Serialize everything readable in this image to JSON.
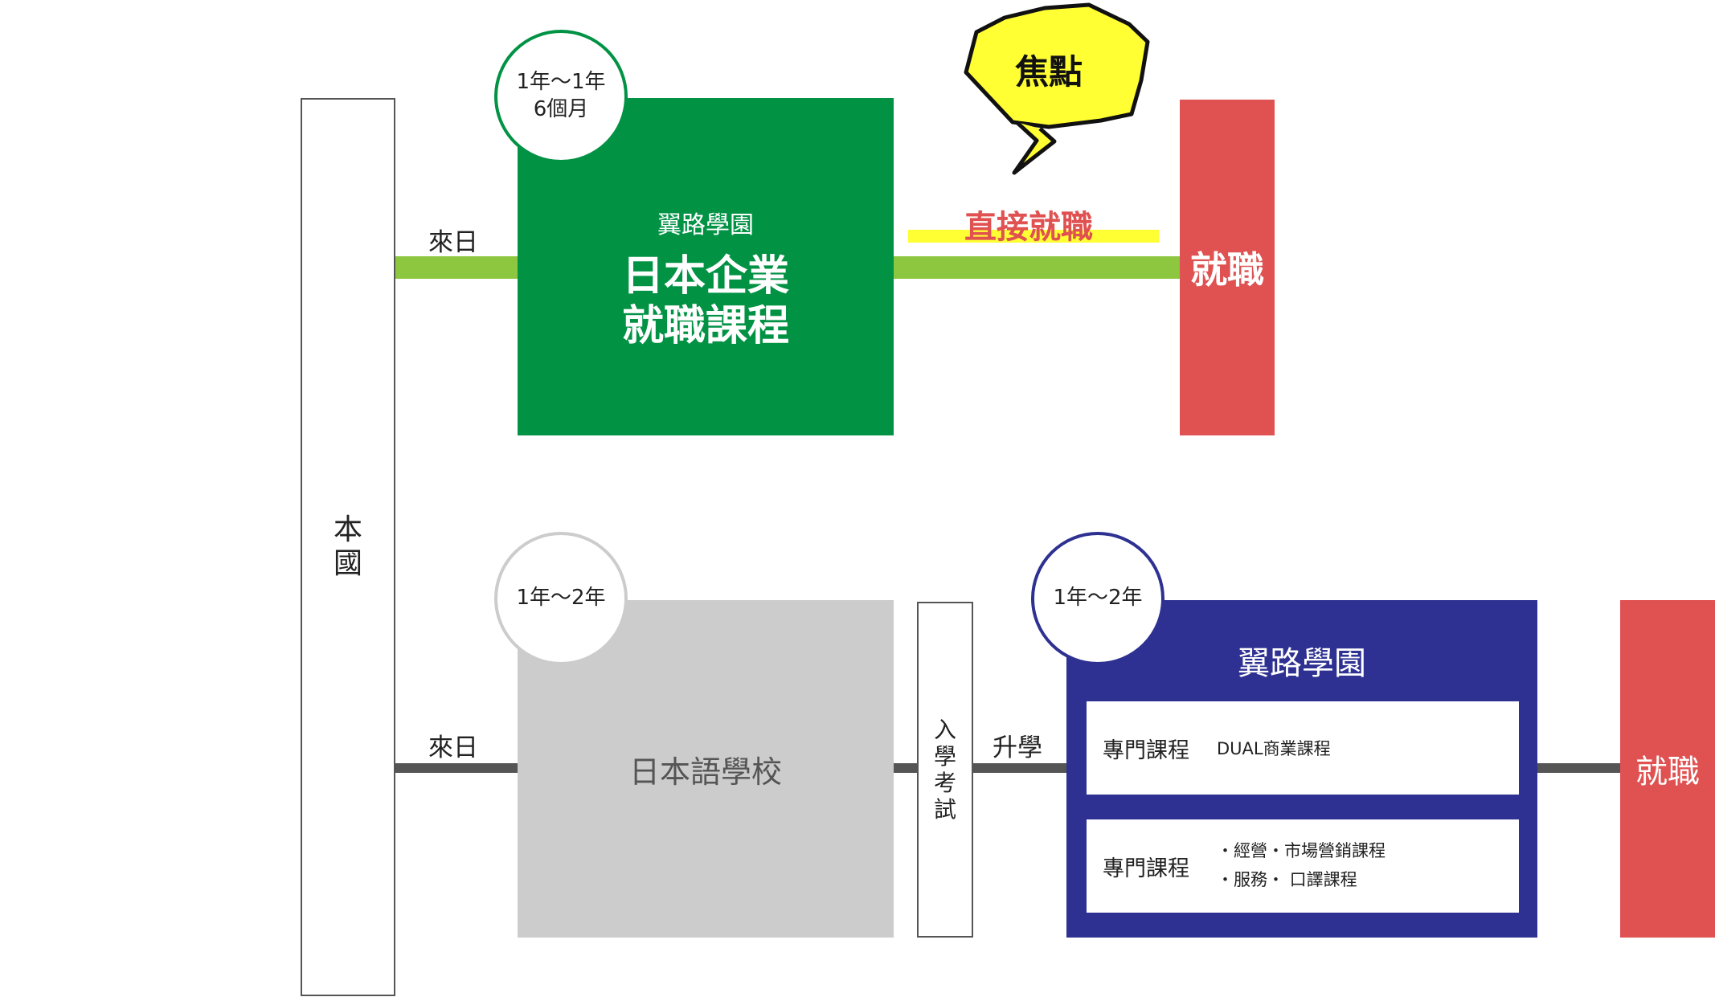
{
  "home_country": {
    "label": "本國"
  },
  "colors": {
    "green_dark": "#019244",
    "green_line": "#8dc63f",
    "red": "#e05151",
    "navy": "#2e3191",
    "gray_box": "#cccccc",
    "gray_line": "#555555",
    "highlight_yellow": "#ffff33"
  },
  "top_route": {
    "arrive_label": "來日",
    "duration": {
      "line1": "1年～1年",
      "line2": "6個月"
    },
    "course_school": "翼路學園",
    "course_title": {
      "line1": "日本企業",
      "line2": "就職課程"
    },
    "focus_badge": "焦點",
    "direct_label": "直接就職",
    "job_label": "就職"
  },
  "bottom_route": {
    "arrive_label": "來日",
    "language_duration": "1年～2年",
    "language_school": "日本語學校",
    "entrance_exam": "入學考試",
    "advance_label": "升學",
    "college_duration": "1年～2年",
    "college_name": "翼路學園",
    "courses": [
      {
        "type": "專門課程",
        "items": [
          "DUAL商業課程"
        ]
      },
      {
        "type": "專門課程",
        "items": [
          "・經營・市場營銷課程",
          "・服務・ 口譯課程"
        ]
      }
    ],
    "job_label": "就職"
  }
}
